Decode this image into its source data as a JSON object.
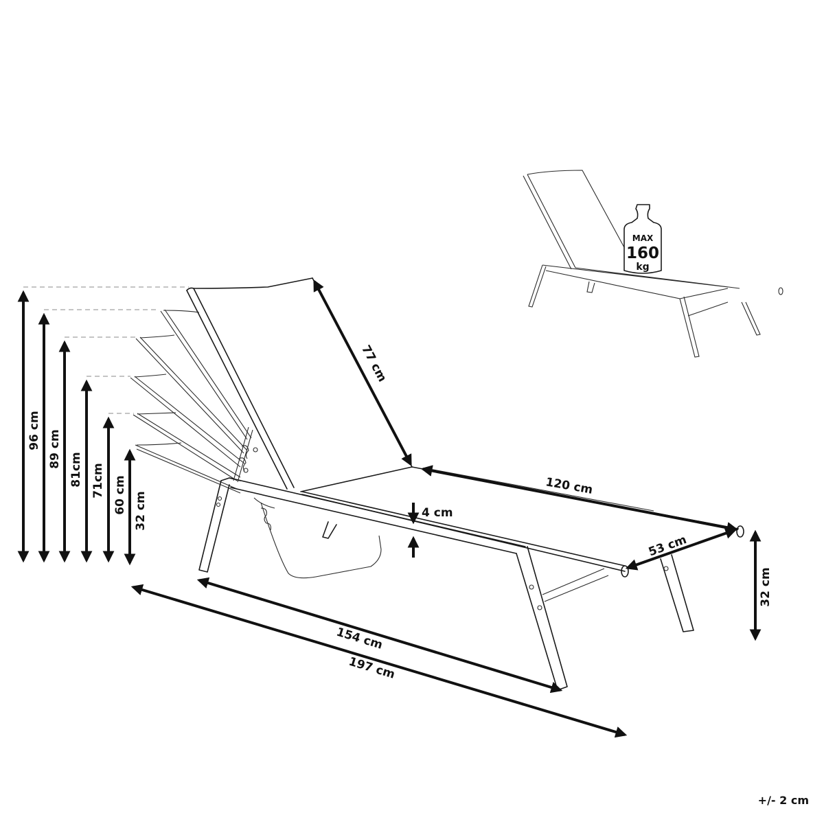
{
  "diagram": {
    "subject": "Sun lounger dimension drawing",
    "backrest_heights": [
      {
        "label": "96 cm",
        "value": 96
      },
      {
        "label": "89 cm",
        "value": 89
      },
      {
        "label": "81cm",
        "value": 81
      },
      {
        "label": "71cm",
        "value": 71
      },
      {
        "label": "60 cm",
        "value": 60
      },
      {
        "label": "32 cm",
        "value": 32
      }
    ],
    "dimensions": {
      "backrest_length": "77 cm",
      "seat_length": "120 cm",
      "frame_thickness": "4 cm",
      "width": "53 cm",
      "seat_height": "32 cm",
      "frame_length": "154 cm",
      "total_length": "197 cm"
    },
    "max_load": {
      "line1": "MAX",
      "line2": "160",
      "line3": "kg"
    },
    "tolerance": "+/- 2 cm"
  }
}
